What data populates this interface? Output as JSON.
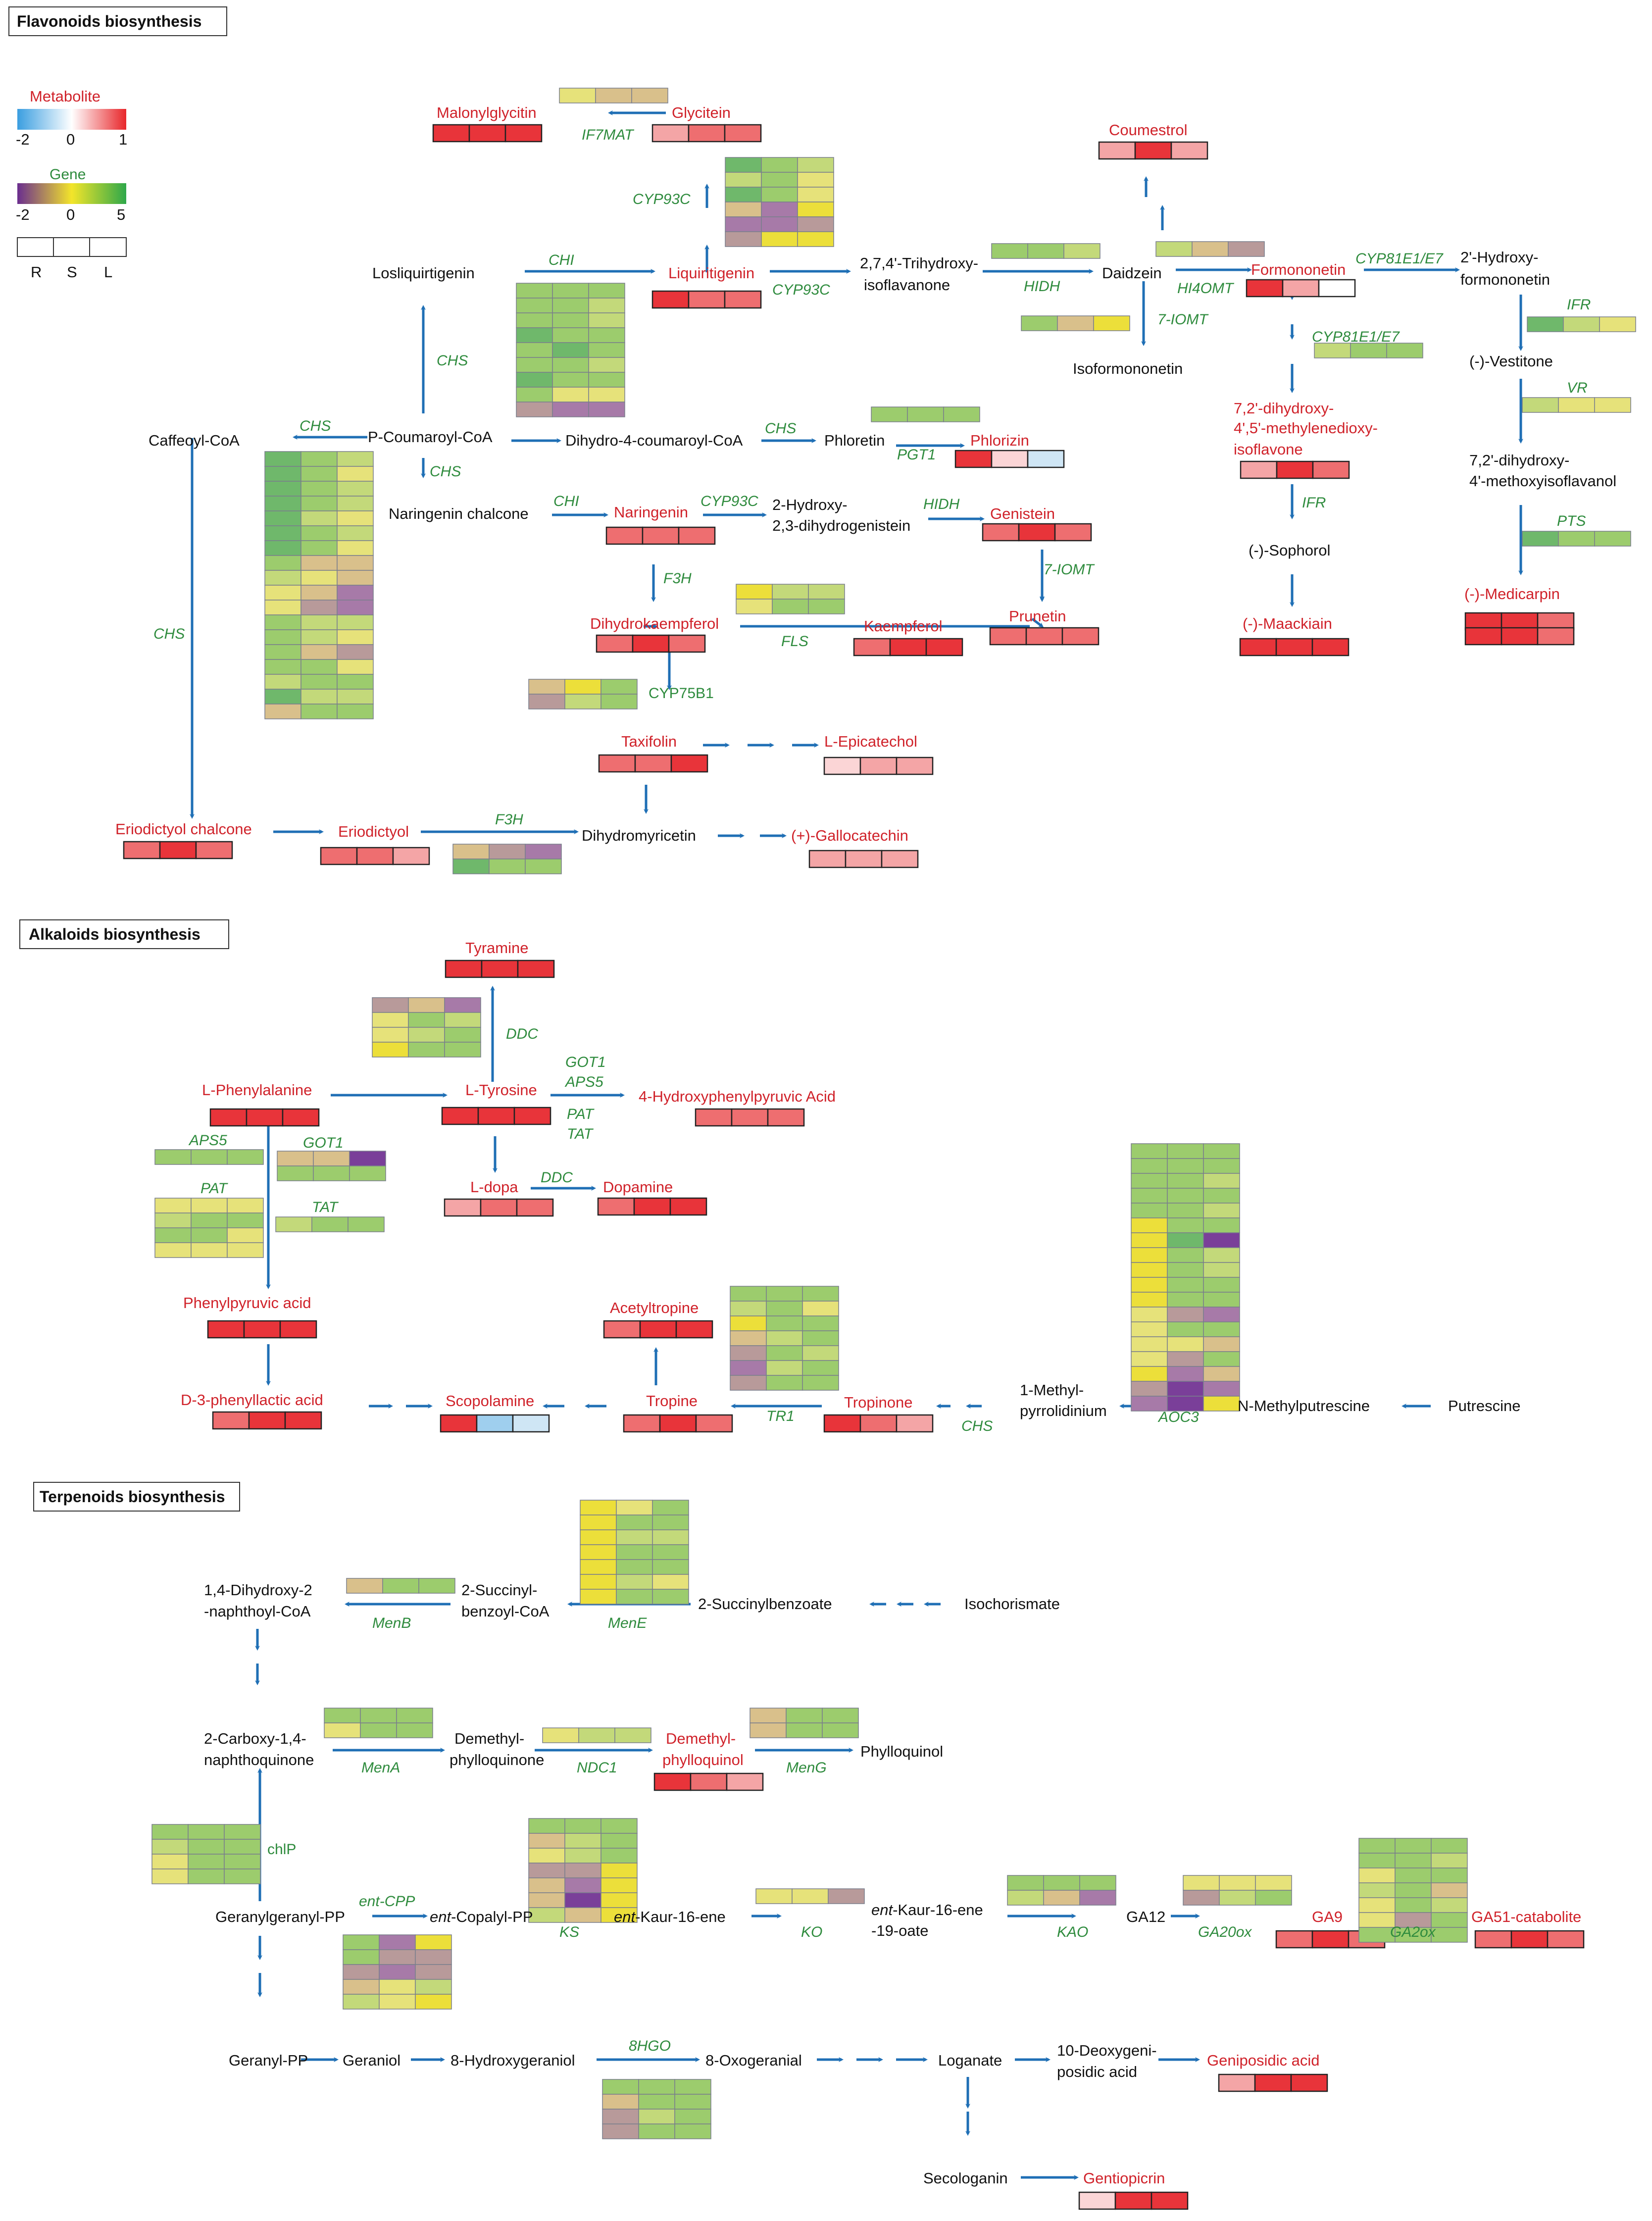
{
  "sections": {
    "flavonoids": "Flavonoids biosynthesis",
    "alkaloids": "Alkaloids biosynthesis",
    "terpenoids": "Terpenoids biosynthesis"
  },
  "legend": {
    "metabolite_title": "Metabolite",
    "metabolite_ticks": [
      "-2",
      "0",
      "1"
    ],
    "gene_title": "Gene",
    "gene_ticks": [
      "-2",
      "0",
      "5"
    ],
    "sample_labels": [
      "R",
      "S",
      "L"
    ]
  },
  "colors": {
    "metabolite_text": "#d0222a",
    "enzyme_text": "#2e8b3d",
    "arrow": "#1f6fb5",
    "metabolite_scale": [
      "#3a9ee0",
      "#ffffff",
      "#e8262a"
    ],
    "gene_scale": [
      "#6a2d8f",
      "#f3e52a",
      "#2ea84a"
    ]
  },
  "compounds": {
    "malonylglycitin": "Malonylglycitin",
    "glycitein": "Glycitein",
    "coumestrol": "Coumestrol",
    "losliquirtigenin": "Losliquirtigenin",
    "liquiritigenin": "Liquiritigenin",
    "trihydroxy_1": "2,7,4'-Trihydroxy-",
    "trihydroxy_2": "isoflavanone",
    "daidzein": "Daidzein",
    "formononetin": "Formononetin",
    "hydroxyformononetin_1": "2'-Hydroxy-",
    "hydroxyformononetin_2": "formononetin",
    "isoformononetin": "Isoformononetin",
    "vestitone": "(-)-Vestitone",
    "caffeoyl_coa": "Caffeoyl-CoA",
    "p_coumaroyl_coa": "P-Coumaroyl-CoA",
    "dihydro_coumaroyl_coa": "Dihydro-4-coumaroyl-CoA",
    "phloretin": "Phloretin",
    "phlorizin": "Phlorizin",
    "methylenedioxy_1": "7,2'-dihydroxy-",
    "methylenedioxy_2": "4',5'-methylenedioxy-",
    "methylenedioxy_3": "isoflavone",
    "methoxyisoflavanol_1": "7,2'-dihydroxy-",
    "methoxyisoflavanol_2": "4'-methoxyisoflavanol",
    "naringenin_chalcone": "Naringenin chalcone",
    "naringenin": "Naringenin",
    "hydroxydihydrogenistein_1": "2-Hydroxy-",
    "hydroxydihydrogenistein_2": "2,3-dihydrogenistein",
    "genistein": "Genistein",
    "sophorol": "(-)-Sophorol",
    "medicarpin": "(-)-Medicarpin",
    "dihydrokaempferol": "Dihydrokaempferol",
    "kaempferol": "Kaempferol",
    "prunetin": "Prunetin",
    "maackiain": "(-)-Maackiain",
    "taxifolin": "Taxifolin",
    "l_epicatechol": "L-Epicatechol",
    "eriodictyol_chalcone": "Eriodictyol chalcone",
    "eriodictyol": "Eriodictyol",
    "dihydromyricetin": "Dihydromyricetin",
    "gallocatechin": "(+)-Gallocatechin",
    "tyramine": "Tyramine",
    "l_phenylalanine": "L-Phenylalanine",
    "l_tyrosine": "L-Tyrosine",
    "hydroxyphenylpyruvic": "4-Hydroxyphenylpyruvic Acid",
    "l_dopa": "L-dopa",
    "dopamine": "Dopamine",
    "phenylpyruvic": "Phenylpyruvic acid",
    "acetyltropine": "Acetyltropine",
    "phenyllactic": "D-3-phenyllactic acid",
    "scopolamine": "Scopolamine",
    "tropine": "Tropine",
    "tropinone": "Tropinone",
    "methylpyrrolidinium_1": "1-Methyl-",
    "methylpyrrolidinium_2": "pyrrolidinium",
    "n_methylputrescine": "N-Methylputrescine",
    "putrescine": "Putrescine",
    "dhna_coa_1": "1,4-Dihydroxy-2",
    "dhna_coa_2": "-naphthoyl-CoA",
    "succinylbenzoyl_coa_1": "2-Succinyl-",
    "succinylbenzoyl_coa_2": "benzoyl-CoA",
    "succinylbenzoate": "2-Succinylbenzoate",
    "isochorismate": "Isochorismate",
    "carboxy_naphthoquinone_1": "2-Carboxy-1,4-",
    "carboxy_naphthoquinone_2": "naphthoquinone",
    "demethylphylloquinone_1": "Demethyl-",
    "demethylphylloquinone_2": "phylloquinone",
    "demethylphylloquinol_1": "Demethyl-",
    "demethylphylloquinol_2": "phylloquinol",
    "phylloquinol": "Phylloquinol",
    "ggpp": "Geranylgeranyl-PP",
    "copalyl_pre": "ent",
    "copalyl": "-Copalyl-PP",
    "kaurene_pre": "ent",
    "kaurene": "-Kaur-16-ene",
    "kaurenoate_pre": "ent",
    "kaurenoate_1": "-Kaur-16-ene",
    "kaurenoate_2": "-19-oate",
    "ga12": "GA12",
    "ga9": "GA9",
    "ga51": "GA51-catabolite",
    "geranyl_pp": "Geranyl-PP",
    "geraniol": "Geraniol",
    "hydroxygeraniol": "8-Hydroxygeraniol",
    "oxogeranial": "8-Oxogeranial",
    "loganate": "Loganate",
    "deoxygeniposidic_1": "10-Deoxygeni-",
    "deoxygeniposidic_2": "posidic acid",
    "geniposidic": "Geniposidic acid",
    "secologanin": "Secologanin",
    "gentiopicrin": "Gentiopicrin"
  },
  "enzymes": {
    "if7mat": "IF7MAT",
    "cyp93c_a": "CYP93C",
    "chi_a": "CHI",
    "cyp93c_b": "CYP93C",
    "hidh_a": "HIDH",
    "hi4omt": "HI4OMT",
    "iomt_a": "7-IOMT",
    "cyp81_a": "CYP81E1/E7",
    "cyp81_b": "CYP81E1/E7",
    "ifr_a": "IFR",
    "vr": "VR",
    "chs_a": "CHS",
    "chs_b": "CHS",
    "chs_c": "CHS",
    "chs_d": "CHS",
    "chs_e": "CHS",
    "pgt1": "PGT1",
    "chi_b": "CHI",
    "cyp93c_c": "CYP93C",
    "hidh_b": "HIDH",
    "ifr_b": "IFR",
    "pts": "PTS",
    "f3h_a": "F3H",
    "fls": "FLS",
    "iomt_b": "7-IOMT",
    "cyp75b1": "CYP75B1",
    "f3h_b": "F3H",
    "ddc_a": "DDC",
    "got1_a": "GOT1",
    "aps5_a": "APS5",
    "pat_a": "PAT",
    "tat_a": "TAT",
    "aps5_b": "APS5",
    "got1_b": "GOT1",
    "pat_b": "PAT",
    "tat_b": "TAT",
    "ddc_b": "DDC",
    "tr1": "TR1",
    "chs_f": "CHS",
    "aoc3": "AOC3",
    "menb": "MenB",
    "mene": "MenE",
    "mena": "MenA",
    "ndc1": "NDC1",
    "meng": "MenG",
    "chlp": "chlP",
    "entcpp": "ent-CPP",
    "ks": "KS",
    "ko": "KO",
    "kao": "KAO",
    "ga20ox": "GA20ox",
    "ga2ox": "GA2ox",
    "hgo": "8HGO"
  }
}
